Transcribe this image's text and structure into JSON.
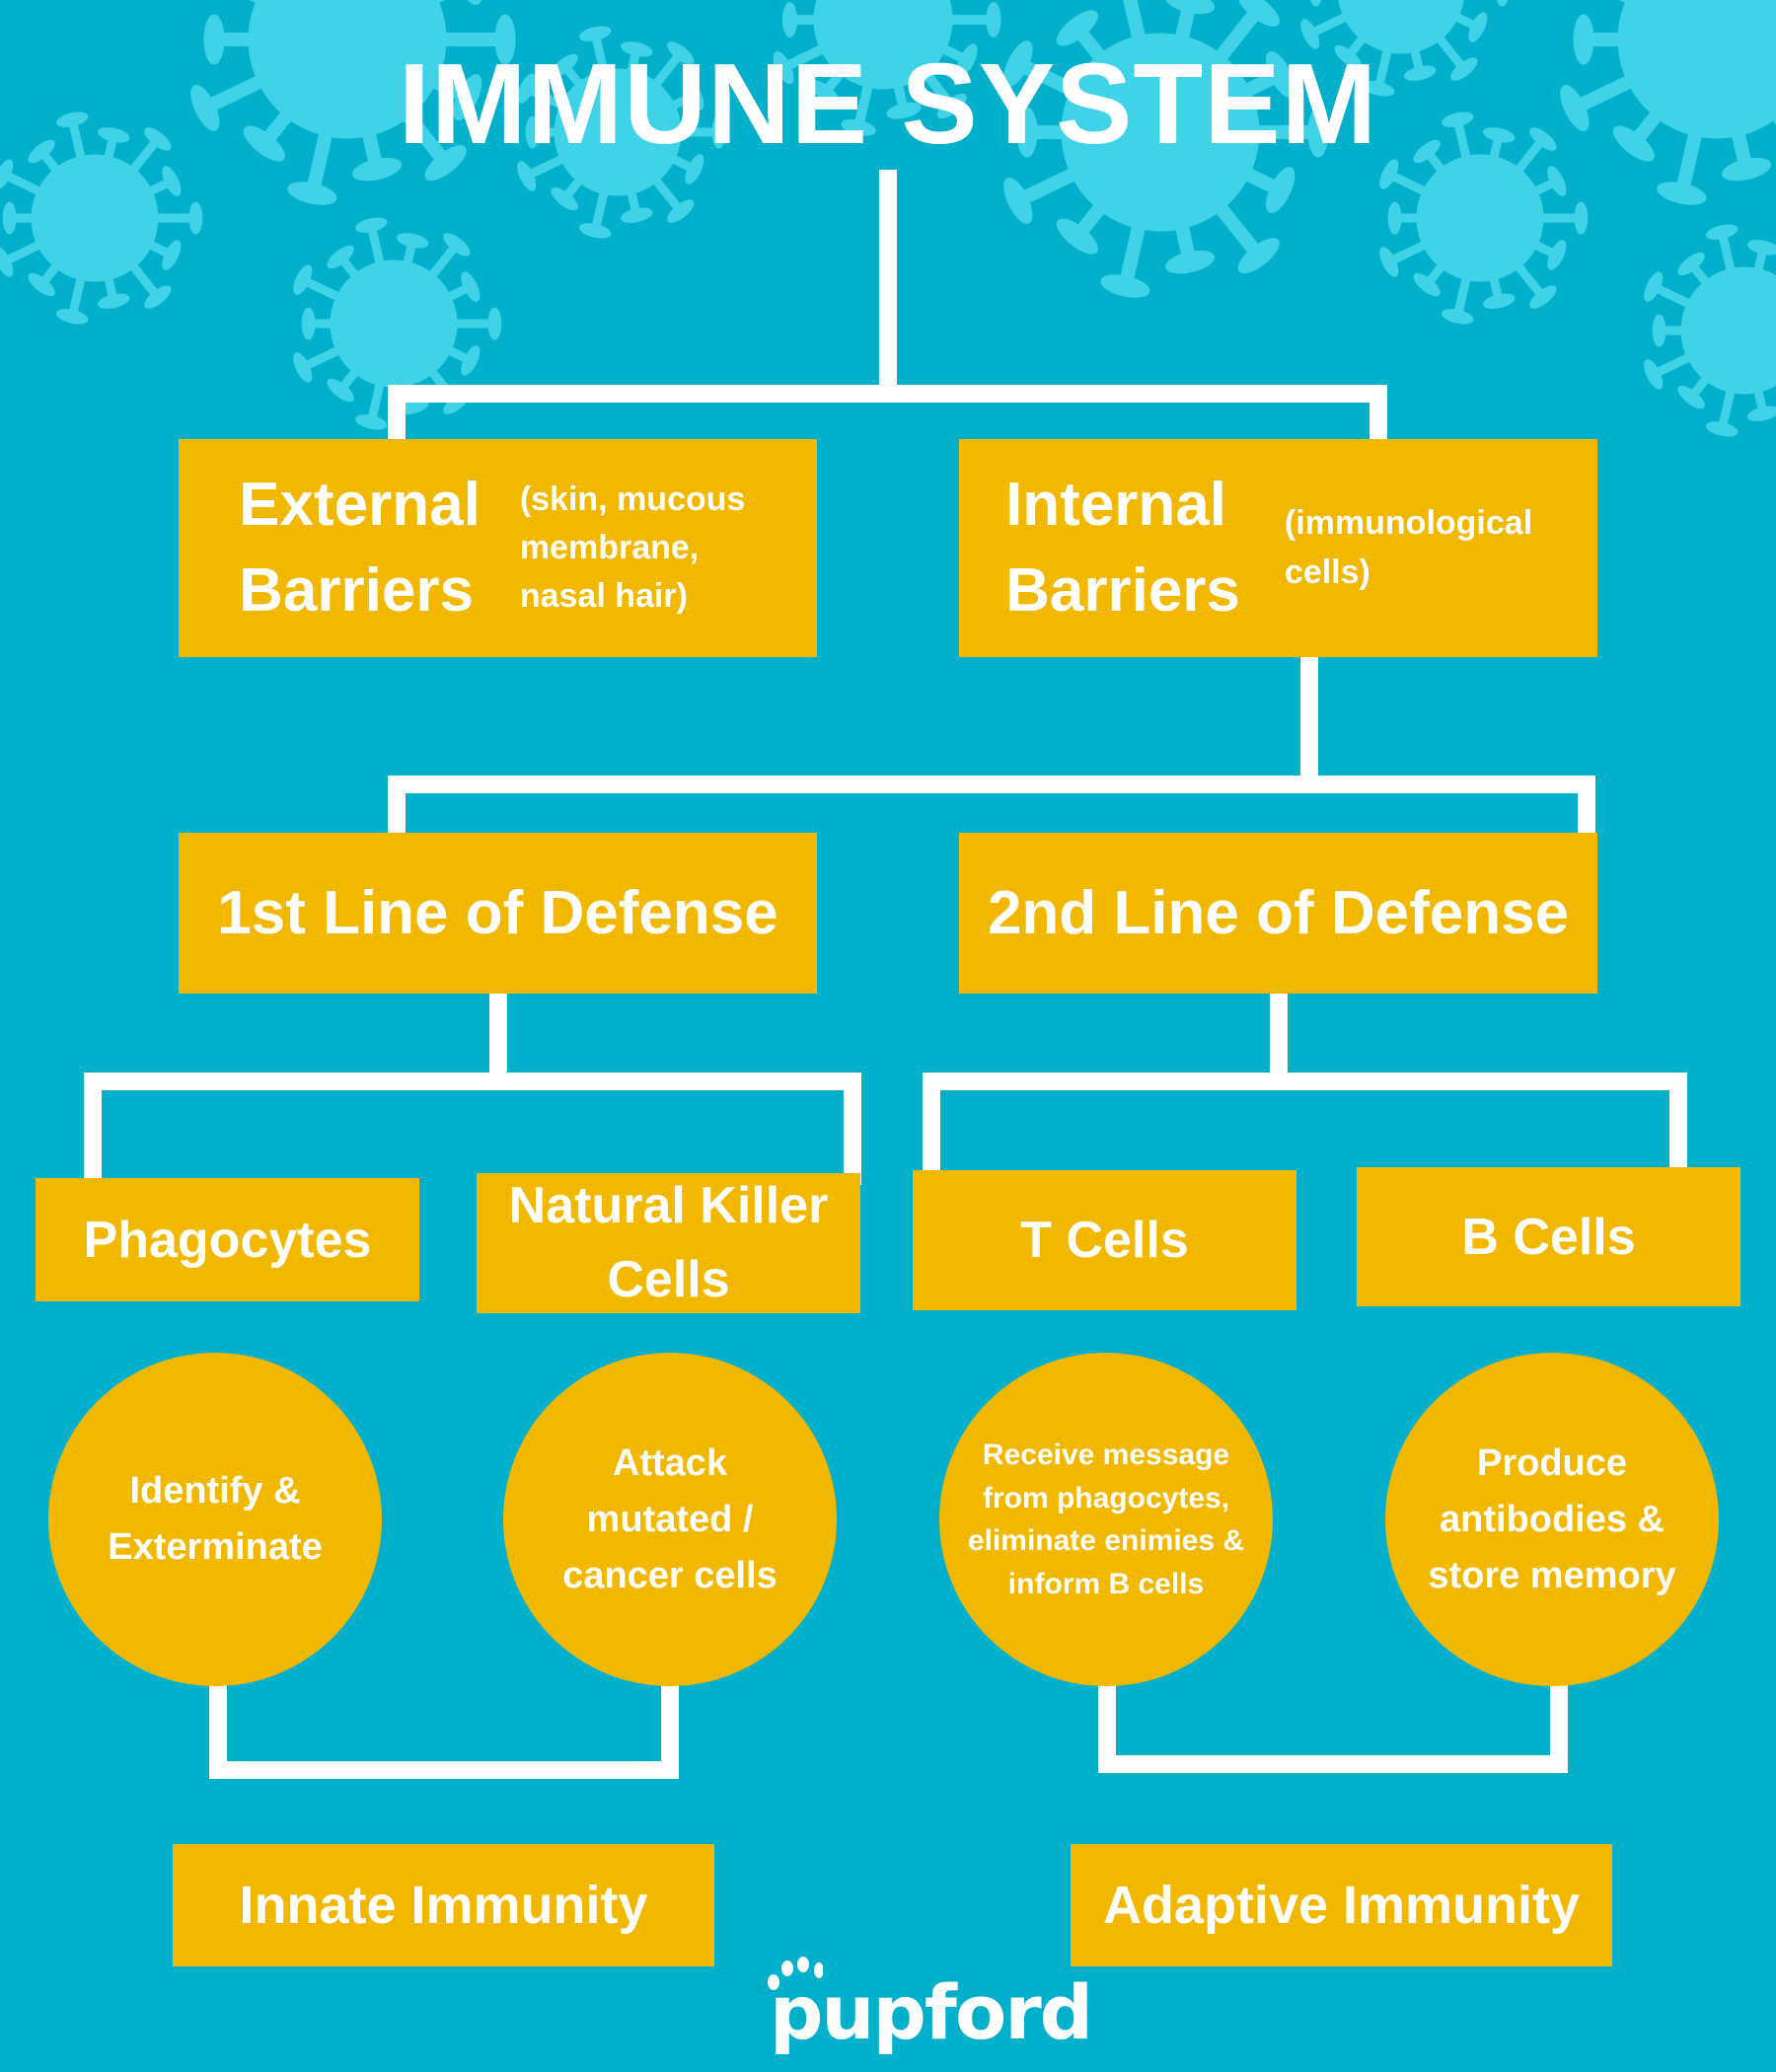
{
  "title": "IMMUNE SYSTEM",
  "barriers": {
    "external": {
      "label": "External Barriers",
      "line1": "External",
      "line2": "Barriers",
      "note": "(skin, mucous membrane, nasal hair)"
    },
    "internal": {
      "label": "Internal Barriers",
      "line1": "Internal",
      "line2": "Barriers",
      "note": "(immunological cells)"
    }
  },
  "defense": {
    "first": "1st Line of Defense",
    "second": "2nd Line of Defense"
  },
  "cells": [
    {
      "name": "Phagocytes",
      "role": "Identify & Exterminate"
    },
    {
      "name": "Natural Killer Cells",
      "role": "Attack mutated / cancer cells"
    },
    {
      "name": "T Cells",
      "role": "Receive message from phagocytes, eliminate enimies & inform B cells"
    },
    {
      "name": "B Cells",
      "role": "Produce antibodies & store memory"
    }
  ],
  "immunity": {
    "innate": "Innate Immunity",
    "adaptive": "Adaptive Immunity"
  },
  "logo": "pupford",
  "colors": {
    "background": "#02b0cc",
    "box": "#f2b800",
    "virus": "#40d3e8",
    "line": "#ffffff"
  }
}
